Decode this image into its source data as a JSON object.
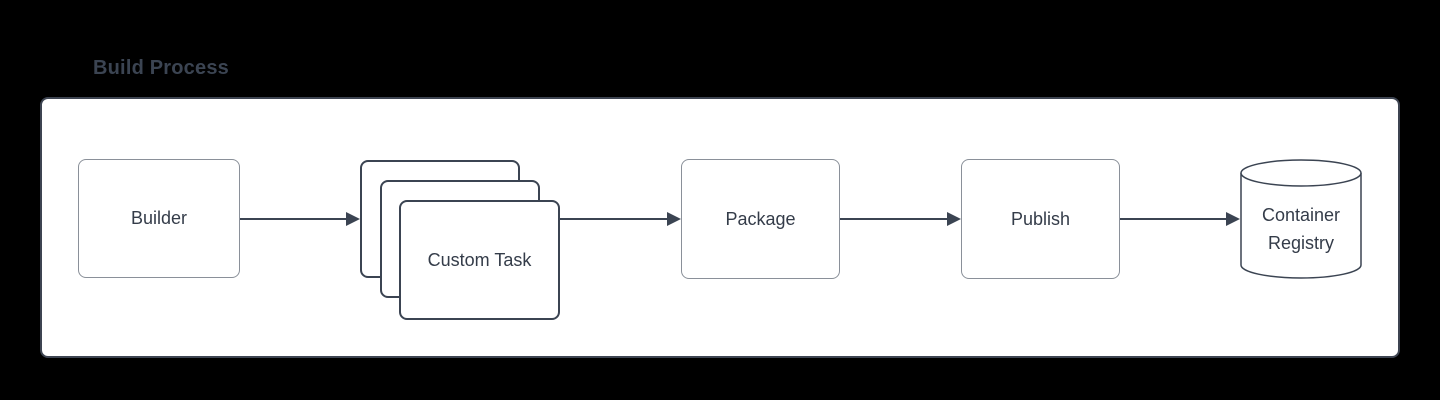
{
  "diagram": {
    "title": "Build Process",
    "type": "flowchart",
    "background_color": "#000000",
    "panel_color": "#ffffff",
    "accent_border_color": "#3b4452",
    "node_border_color": "#8a9099",
    "text_color": "#343c49",
    "nodes": [
      {
        "id": "builder",
        "label": "Builder",
        "shape": "rounded-rect"
      },
      {
        "id": "custom-task",
        "label": "Custom Task",
        "shape": "stacked-rounded-rect",
        "copies": 3
      },
      {
        "id": "package",
        "label": "Package",
        "shape": "rounded-rect"
      },
      {
        "id": "publish",
        "label": "Publish",
        "shape": "rounded-rect"
      },
      {
        "id": "container-registry",
        "label_line1": "Container",
        "label_line2": "Registry",
        "shape": "cylinder"
      }
    ],
    "edges": [
      {
        "from": "builder",
        "to": "custom-task"
      },
      {
        "from": "custom-task",
        "to": "package"
      },
      {
        "from": "package",
        "to": "publish"
      },
      {
        "from": "publish",
        "to": "container-registry"
      }
    ]
  }
}
